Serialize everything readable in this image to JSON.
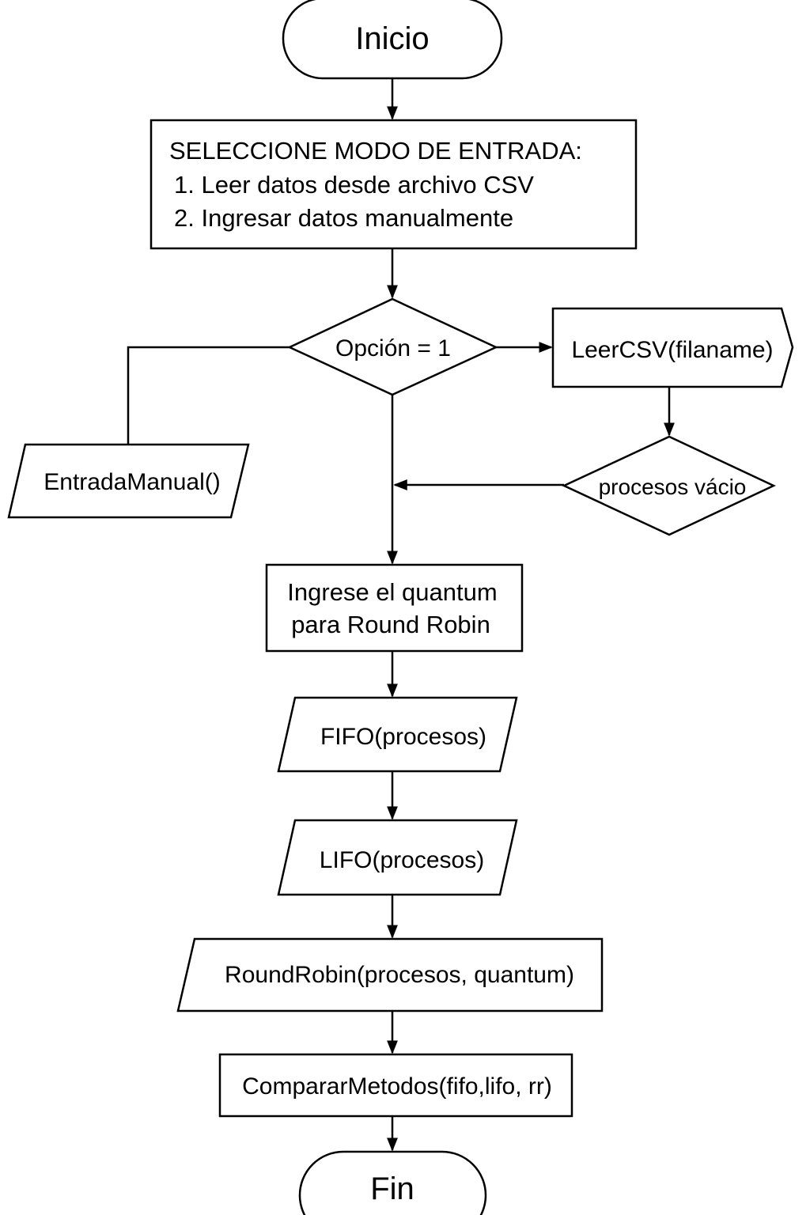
{
  "nodes": {
    "start": "Inicio",
    "input_mode": {
      "line1": "SELECCIONE MODO DE ENTRADA:",
      "line2": "1. Leer datos desde archivo CSV",
      "line3": "2. Ingresar datos manualmente"
    },
    "decision_option": "Opción = 1",
    "read_csv": "LeerCSV(filaname)",
    "manual_entry": "EntradaManual()",
    "decision_empty": "procesos vácio",
    "quantum": {
      "line1": "Ingrese el quantum",
      "line2": "para Round Robin"
    },
    "fifo": "FIFO(procesos)",
    "lifo": "LIFO(procesos)",
    "round_robin": "RoundRobin(procesos, quantum)",
    "compare": "CompararMetodos(fifo,lifo, rr)",
    "end": "Fin"
  }
}
